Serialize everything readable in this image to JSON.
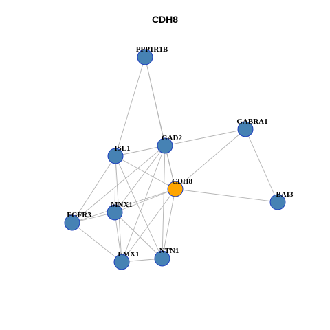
{
  "title": "CDH8",
  "colors": {
    "default_node": "#4682b4",
    "highlight_node": "#ffa500",
    "node_border": "#1f3fbf",
    "edge": "#b3b3b3"
  },
  "nodes": [
    {
      "id": "PPP1R1B",
      "label": "PPP1R1B",
      "highlight": false
    },
    {
      "id": "GABRA1",
      "label": "GABRA1",
      "highlight": false
    },
    {
      "id": "GAD2",
      "label": "GAD2",
      "highlight": false
    },
    {
      "id": "ISL1",
      "label": "ISL1",
      "highlight": false
    },
    {
      "id": "CDH8",
      "label": "CDH8",
      "highlight": true
    },
    {
      "id": "BAI3",
      "label": "BAI3",
      "highlight": false
    },
    {
      "id": "MNX1",
      "label": "MNX1",
      "highlight": false
    },
    {
      "id": "FGFR3",
      "label": "FGFR3",
      "highlight": false
    },
    {
      "id": "NTN1",
      "label": "NTN1",
      "highlight": false
    },
    {
      "id": "EMX1",
      "label": "EMX1",
      "highlight": false
    }
  ],
  "edges": [
    [
      "PPP1R1B",
      "ISL1"
    ],
    [
      "PPP1R1B",
      "GAD2"
    ],
    [
      "PPP1R1B",
      "CDH8"
    ],
    [
      "GABRA1",
      "GAD2"
    ],
    [
      "GABRA1",
      "CDH8"
    ],
    [
      "GABRA1",
      "BAI3"
    ],
    [
      "GAD2",
      "ISL1"
    ],
    [
      "GAD2",
      "CDH8"
    ],
    [
      "GAD2",
      "MNX1"
    ],
    [
      "GAD2",
      "EMX1"
    ],
    [
      "GAD2",
      "NTN1"
    ],
    [
      "GAD2",
      "FGFR3"
    ],
    [
      "ISL1",
      "CDH8"
    ],
    [
      "ISL1",
      "MNX1"
    ],
    [
      "ISL1",
      "FGFR3"
    ],
    [
      "ISL1",
      "EMX1"
    ],
    [
      "ISL1",
      "NTN1"
    ],
    [
      "CDH8",
      "BAI3"
    ],
    [
      "CDH8",
      "MNX1"
    ],
    [
      "CDH8",
      "FGFR3"
    ],
    [
      "CDH8",
      "EMX1"
    ],
    [
      "CDH8",
      "NTN1"
    ],
    [
      "MNX1",
      "FGFR3"
    ],
    [
      "MNX1",
      "EMX1"
    ],
    [
      "MNX1",
      "NTN1"
    ],
    [
      "FGFR3",
      "EMX1"
    ],
    [
      "EMX1",
      "NTN1"
    ]
  ]
}
